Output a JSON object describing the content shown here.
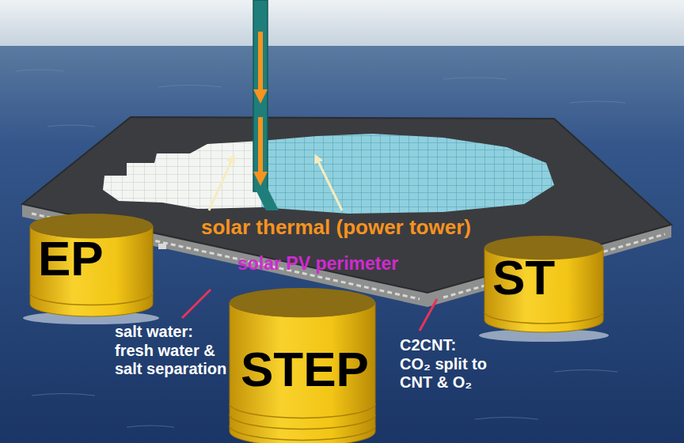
{
  "diagram": {
    "nodes": [
      {
        "text": [
          "EP"
        ]
      },
      {
        "text": [
          "ST"
        ]
      },
      {
        "text": [
          "STEP"
        ]
      }
    ],
    "labels": [
      "solar thermal (power tower)",
      "solar PV perimeter",
      "salt water: fresh water & salt separation",
      "C2CNT: CO₂ split to CNT & O₂"
    ]
  }
}
